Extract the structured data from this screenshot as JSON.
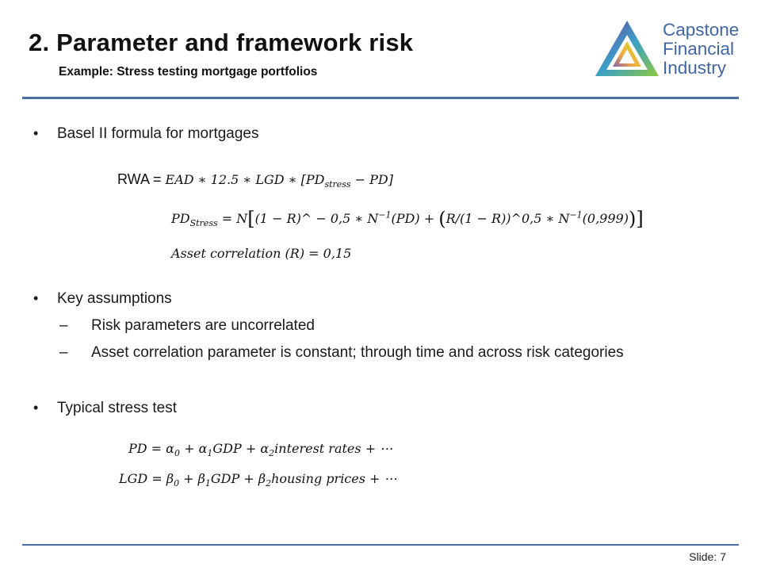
{
  "header": {
    "title": "2. Parameter and framework risk",
    "subtitle": "Example: Stress testing mortgage portfolios"
  },
  "logo": {
    "line1": "Capstone",
    "line2": "Financial",
    "line3": "Industry",
    "text_color": "#3f66a4"
  },
  "bullets": [
    {
      "text": "Basel II formula for mortgages"
    },
    {
      "text": "Key assumptions"
    },
    {
      "text": "Typical stress test"
    }
  ],
  "sub_points": [
    "Risk parameters are uncorrelated",
    "Asset correlation parameter is constant; through time and across risk categories"
  ],
  "formulas": {
    "rwa_label": "RWA = ",
    "rwa": "EAD ∗ 12.5 ∗ LGD ∗ [PD",
    "pd_stress_a": "PD",
    "pd_stress_b": " = N",
    "pd_stress_c": "(1 − R)^ − 0,5 ∗ N",
    "pd_stress_d": "(PD) + ",
    "pd_stress_e": "R/(1 − R))^0,5 ∗ N",
    "pd_stress_f": "(0,999)",
    "asset_corr": "Asset correlation (R) = 0,15",
    "pd_model": "PD = α",
    "lgd_model": "LGD = β"
  },
  "footer": {
    "slide_label": "Slide:",
    "slide_number": "7"
  },
  "colors": {
    "accent": "#4a6fa5",
    "logo_blue": "#3f66a4"
  }
}
